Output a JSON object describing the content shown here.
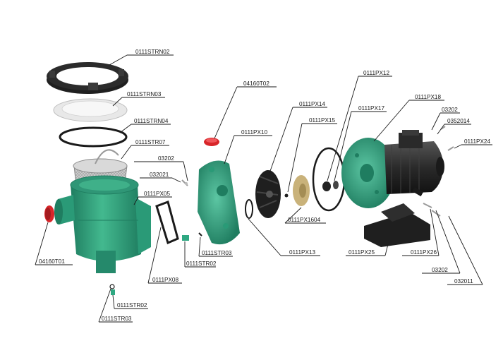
{
  "colors": {
    "body_green": "#2fa882",
    "body_green_dark": "#1f7d60",
    "body_green_light": "#5cc6a3",
    "black_part": "#1f1f1f",
    "red_cap": "#d8262a",
    "yellow_part": "#c9b27a",
    "leader_line": "#1a1a1a"
  },
  "labels": {
    "STRN02": "0111STRN02",
    "STRN03": "0111STRN03",
    "STRN04": "0111STRN04",
    "STR07": "0111STR07",
    "s03202_top": "03202",
    "s032021": "032021",
    "PX05": "0111PX05",
    "T01": "04160T01",
    "T02": "04160T02",
    "PX10": "0111PX10",
    "PX14": "0111PX14",
    "PX15": "0111PX15",
    "PX12": "0111PX12",
    "PX17": "0111PX17",
    "PX18": "0111PX18",
    "s03202_right": "03202",
    "s0352014": "0352014",
    "PX24": "0111PX24",
    "PX1604": "0111PX1604",
    "PX13": "0111PX13",
    "PX25": "0111PX25",
    "PX26": "0111PX26",
    "s03202_bottom": "03202",
    "s032011": "032011",
    "STR03_mid": "0111STR03",
    "STR02_mid": "0111STR02",
    "PX08": "0111PX08",
    "STR02_bottom": "0111STR02",
    "STR03_bottom": "0111STR03"
  },
  "icons": {
    "strainer_lid_ring": "locking-ring-icon",
    "lid": "clear-lid-icon",
    "o_ring": "o-ring-icon",
    "basket": "strainer-basket-icon",
    "pump_body": "pump-housing-icon",
    "motor": "electric-motor-icon",
    "impeller": "impeller-icon",
    "diffuser": "diffuser-icon"
  }
}
